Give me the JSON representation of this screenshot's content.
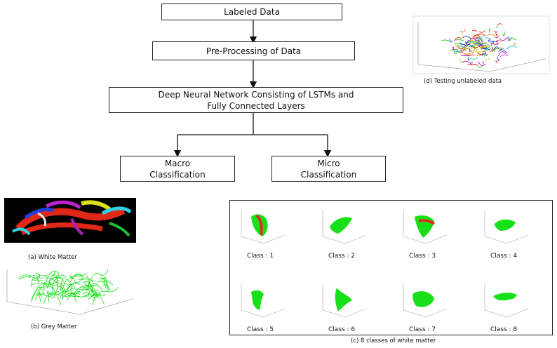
{
  "flow": {
    "labeled_data": "Labeled Data",
    "preprocessing": "Pre-Processing of Data",
    "dnn_line1": "Deep Neural Network Consisting of LSTMs and",
    "dnn_line2": "Fully Connected Layers",
    "macro_line1": "Macro",
    "macro_line2": "Classification",
    "micro_line1": "Micro",
    "micro_line2": "Classification"
  },
  "captions": {
    "white_matter": "(a)  White Matter",
    "grey_matter": "(b)  Grey Matter",
    "eight_classes": "(c) 8 classes of white matter",
    "testing": "(d)  Testing unlabeled data"
  },
  "classes": [
    {
      "label": "Class : 1",
      "color": "#18e018",
      "accent": "#d83020"
    },
    {
      "label": "Class : 2",
      "color": "#18e018"
    },
    {
      "label": "Class : 3",
      "color": "#18e018",
      "accent": "#d83020"
    },
    {
      "label": "Class : 4",
      "color": "#18e018"
    },
    {
      "label": "Class : 5",
      "color": "#18e018"
    },
    {
      "label": "Class : 6",
      "color": "#18e018"
    },
    {
      "label": "Class : 7",
      "color": "#18e018"
    },
    {
      "label": "Class : 8",
      "color": "#18e018"
    }
  ],
  "colors": {
    "fiber_green": "#18e018",
    "fiber_red": "#d83020",
    "wm_background": "#000000"
  }
}
